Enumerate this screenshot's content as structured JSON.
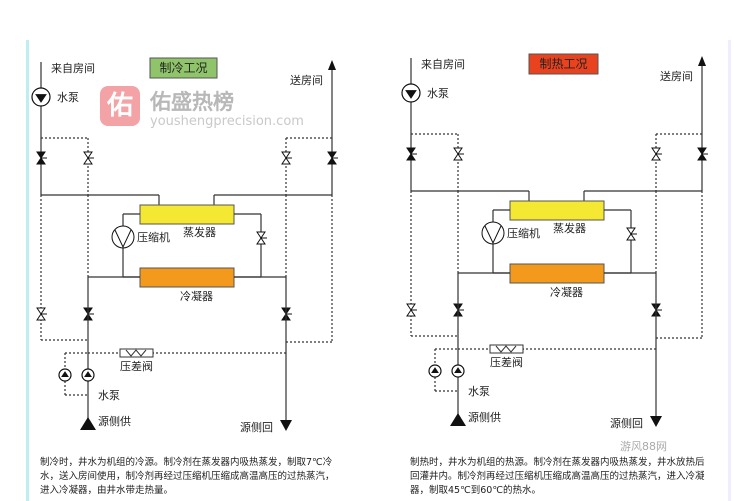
{
  "watermark": {
    "logo_char": "佑",
    "name": "佑盛热榜",
    "url": "youshengprecision.com",
    "site": "游风88网"
  },
  "colors": {
    "evaporator": "#f5e832",
    "condenser": "#f39a1c",
    "cooling_title_bg": "#8fc46a",
    "heating_title_bg": "#e8421e",
    "sidebar": "#bfeef0"
  },
  "cooling": {
    "title": "制冷工况",
    "from_room": "来自房间",
    "to_room": "送房间",
    "pump": "水泵",
    "compressor": "压缩机",
    "evaporator": "蒸发器",
    "condenser": "冷凝器",
    "diff_valve": "压差阀",
    "pump2": "水泵",
    "source_supply": "源侧供",
    "source_return": "源侧回",
    "description": "制冷时，井水为机组的冷源。制冷剂在蒸发器内吸热蒸发，制取7℃冷水，送入房间使用，制冷剂再经过压缩机压缩成高温高压的过热蒸汽，进入冷凝器，由井水带走热量。"
  },
  "heating": {
    "title": "制热工况",
    "from_room": "来自房间",
    "to_room": "送房间",
    "pump": "水泵",
    "compressor": "压缩机",
    "evaporator": "蒸发器",
    "condenser": "冷凝器",
    "diff_valve": "压差阀",
    "pump2": "水泵",
    "source_supply": "源侧供",
    "source_return": "源侧回",
    "description": "制热时，井水为机组的热源。制冷剂在蒸发器内吸热蒸发，井水放热后回灌井内。制冷剂再经过压缩机压缩成高温高压的过热蒸汽，进入冷凝器，制取45℃到60℃的热水。"
  }
}
